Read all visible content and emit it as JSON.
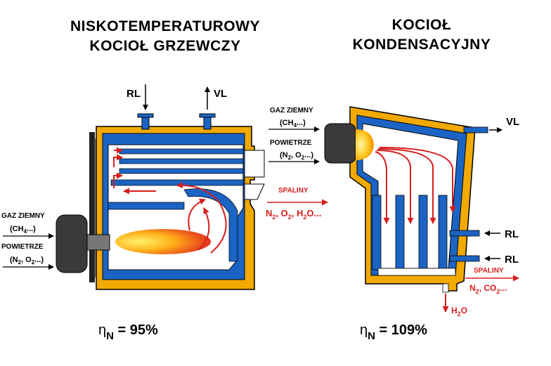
{
  "left_boiler": {
    "title_line1": "NISKOTEMPERATUROWY",
    "title_line2": "KOCIOŁ GRZEWCZY",
    "rl": "RL",
    "vl": "VL",
    "gas_label": "GAZ ZIEMNY",
    "gas_formula": "(CH",
    "gas_sub": "4",
    "gas_tail": "...)",
    "air_label": "POWIETRZE",
    "air_formula_a": "(N",
    "air_formula_b": ", O",
    "air_formula_tail": "...)",
    "air_sub": "2",
    "flue_label": "SPALINY",
    "flue_formula_a": "N",
    "flue_formula_b": ", O",
    "flue_formula_c": ", H",
    "flue_formula_d": "O...",
    "flue_sub": "2",
    "efficiency_symbol": "η",
    "efficiency_sub": "N",
    "efficiency_value": " = 95%"
  },
  "right_boiler": {
    "title_line1": "KOCIOŁ",
    "title_line2": "KONDENSACYJNY",
    "vl": "VL",
    "rl_top": "RL",
    "rl_bottom": "RL",
    "gas_label": "GAZ ZIEMNY",
    "gas_formula": "(CH",
    "gas_sub": "4",
    "gas_tail": "...)",
    "air_label": "POWIETRZE",
    "air_formula_a": "(N",
    "air_formula_b": ", O",
    "air_formula_tail": "...)",
    "air_sub": "2",
    "flue_label": "SPALINY",
    "flue_formula_a": "N",
    "flue_formula_b": ", CO",
    "flue_formula_c": "...",
    "flue_sub": "2",
    "condensate_a": "H",
    "condensate_sub": "2",
    "condensate_b": "O",
    "efficiency_symbol": "η",
    "efficiency_sub": "N",
    "efficiency_value": " = 109%"
  },
  "colors": {
    "casing": "#f2a900",
    "water": "#1b64c4",
    "arrow_red": "#d81e1e",
    "burner": "#3a3a3a"
  }
}
